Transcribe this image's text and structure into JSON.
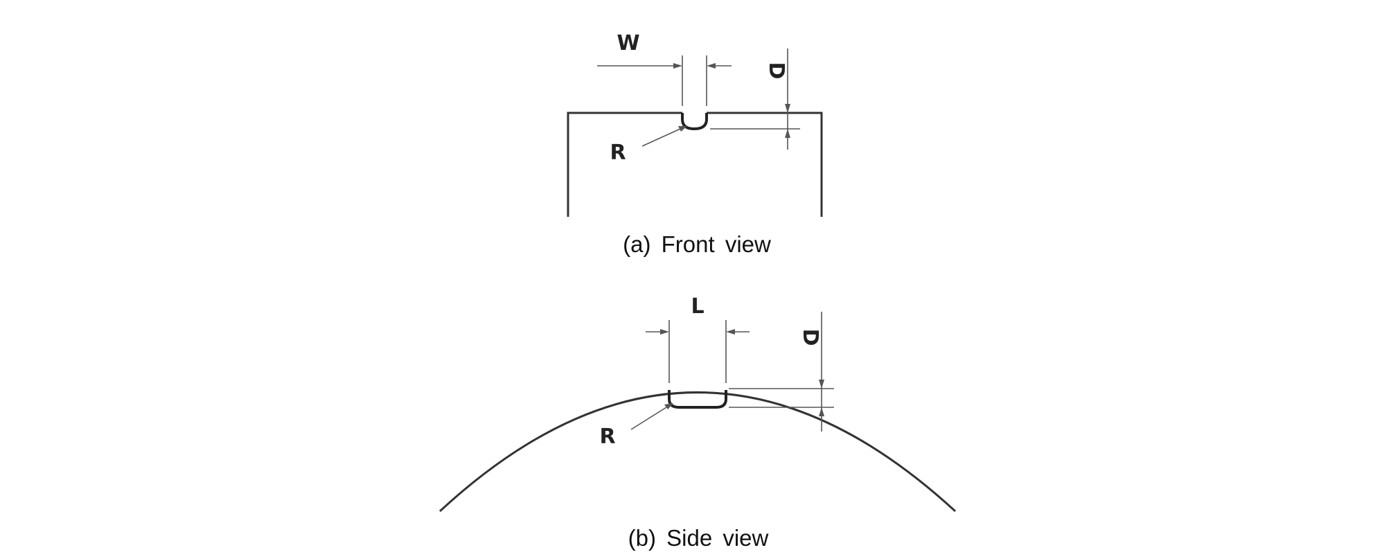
{
  "front_view": {
    "caption": "(a)  Front  view",
    "labels": {
      "width": "W",
      "depth": "D",
      "radius": "R"
    }
  },
  "side_view": {
    "caption": "(b)  Side  view",
    "labels": {
      "length": "L",
      "depth": "D",
      "radius": "R"
    }
  },
  "colors": {
    "line": "#333333",
    "dimension": "#555555",
    "text": "#111111"
  }
}
